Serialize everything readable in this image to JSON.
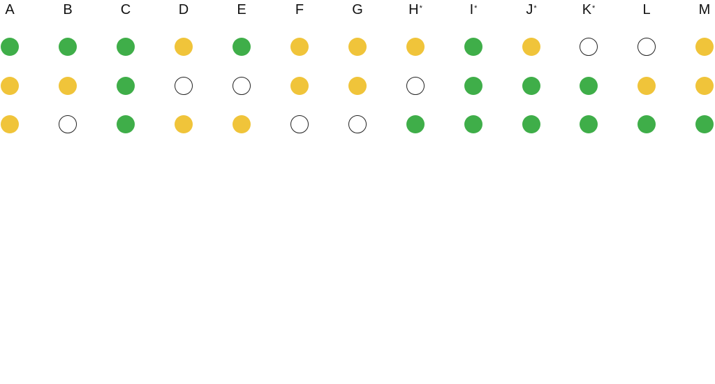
{
  "colors": {
    "green": "#3fae49",
    "yellow": "#f0c43a",
    "empty": "#ffffff",
    "outline": "#222222"
  },
  "columns": [
    {
      "label": "A",
      "mark": "",
      "dots": [
        "green",
        "yellow",
        "yellow"
      ]
    },
    {
      "label": "B",
      "mark": "",
      "dots": [
        "green",
        "yellow",
        "empty"
      ]
    },
    {
      "label": "C",
      "mark": "",
      "dots": [
        "green",
        "green",
        "green"
      ]
    },
    {
      "label": "D",
      "mark": "",
      "dots": [
        "yellow",
        "empty",
        "yellow"
      ]
    },
    {
      "label": "E",
      "mark": "",
      "dots": [
        "green",
        "empty",
        "yellow"
      ]
    },
    {
      "label": "F",
      "mark": "",
      "dots": [
        "yellow",
        "yellow",
        "empty"
      ]
    },
    {
      "label": "G",
      "mark": "",
      "dots": [
        "yellow",
        "yellow",
        "empty"
      ]
    },
    {
      "label": "H",
      "mark": "*",
      "dots": [
        "yellow",
        "empty",
        "green"
      ]
    },
    {
      "label": "I",
      "mark": "*",
      "dots": [
        "green",
        "green",
        "green"
      ]
    },
    {
      "label": "J",
      "mark": "*",
      "dots": [
        "yellow",
        "green",
        "green"
      ]
    },
    {
      "label": "K",
      "mark": "*",
      "dots": [
        "empty",
        "green",
        "green"
      ]
    },
    {
      "label": "L",
      "mark": "",
      "dots": [
        "empty",
        "yellow",
        "green"
      ]
    },
    {
      "label": "M",
      "mark": "",
      "dots": [
        "yellow",
        "yellow",
        "green"
      ]
    }
  ]
}
